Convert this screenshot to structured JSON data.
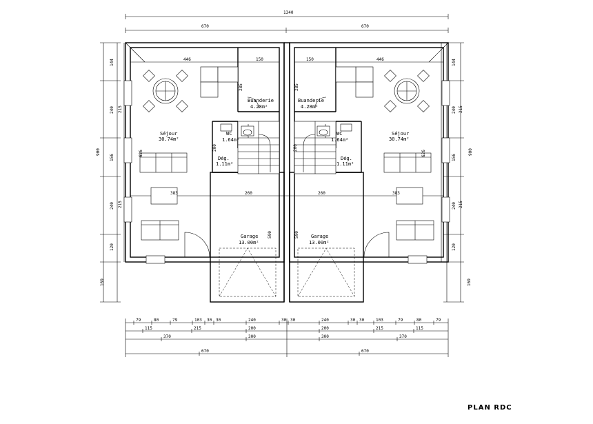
{
  "title": "PLAN RDC",
  "dimensions": {
    "overall_width": "1340",
    "half_width_left": "670",
    "half_width_right": "670",
    "left_height": "900",
    "right_height": "900",
    "left_vertical": [
      "144",
      "240",
      "156",
      "240",
      "120",
      "169"
    ],
    "left_vertical_inner": [
      "215",
      "215"
    ],
    "right_vertical": [
      "144",
      "240",
      "156",
      "240",
      "120",
      "169"
    ],
    "right_vertical_inner": [
      "215",
      "215"
    ],
    "top_left": [
      "446",
      "150"
    ],
    "top_right": [
      "150",
      "446"
    ],
    "interior": [
      "285",
      "285",
      "200",
      "200",
      "626",
      "626",
      "260",
      "260",
      "383",
      "383",
      "590",
      "590"
    ],
    "bottom_row1": [
      "79",
      "80",
      "79",
      "103",
      "30",
      "30",
      "240",
      "30",
      "30",
      "240",
      "30",
      "30",
      "103",
      "79",
      "80",
      "79"
    ],
    "bottom_row2": [
      "115",
      "215",
      "200",
      "200",
      "215",
      "115"
    ],
    "bottom_row3": [
      "370",
      "300",
      "300",
      "370"
    ],
    "bottom_row4": [
      "670",
      "670"
    ]
  },
  "rooms": {
    "left": {
      "sejour": {
        "name": "Séjour",
        "area": "30.74m²"
      },
      "buanderie": {
        "name": "Buanderie",
        "area": "4.28m²"
      },
      "wc": {
        "name": "WC",
        "area": "1.64m²"
      },
      "deg": {
        "name": "Dég.",
        "area": "1.11m²"
      },
      "garage": {
        "name": "Garage",
        "area": "13.00m²"
      }
    },
    "right": {
      "sejour": {
        "name": "Séjour",
        "area": "30.74m²"
      },
      "buanderie": {
        "name": "Buanderie",
        "area": "4.28m²"
      },
      "wc": {
        "name": "WC",
        "area": "1.64m²"
      },
      "deg": {
        "name": "Dég.",
        "area": "1.11m²"
      },
      "garage": {
        "name": "Garage",
        "area": "13.00m²"
      }
    }
  }
}
